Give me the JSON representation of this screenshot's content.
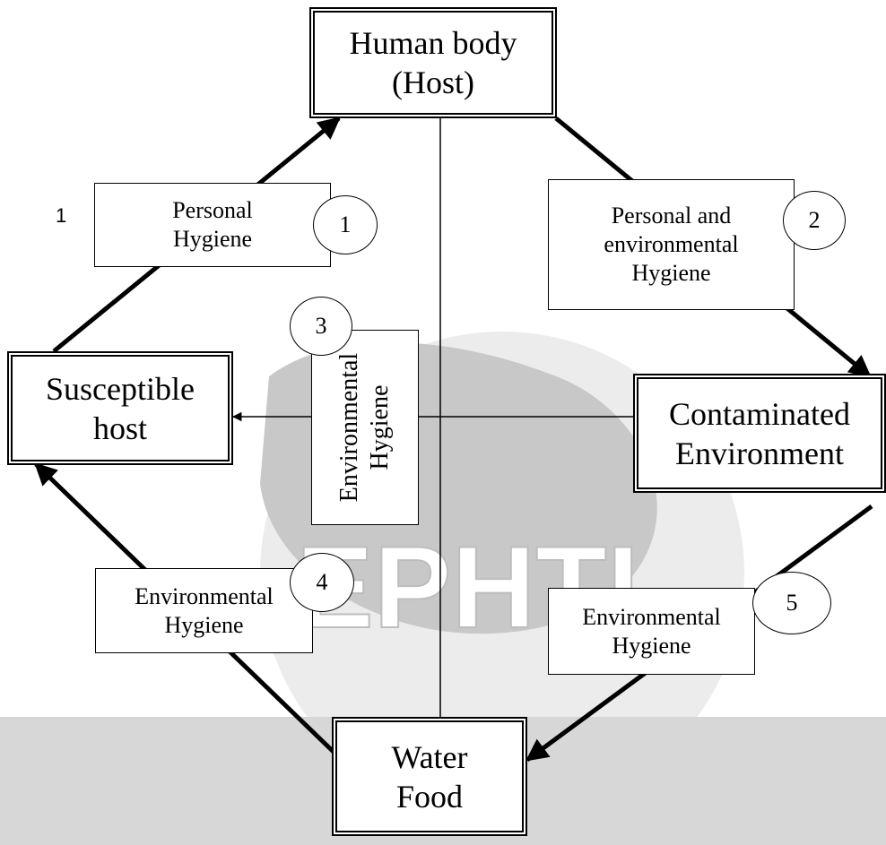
{
  "nodes": {
    "human_body": [
      "Human body",
      "(Host)"
    ],
    "susceptible_host": [
      "Susceptible",
      "host"
    ],
    "contaminated_environment": [
      "Contaminated",
      "Environment"
    ],
    "water_food": [
      "Water",
      "Food"
    ]
  },
  "labels": {
    "l1": {
      "lines": [
        "Personal",
        "Hygiene"
      ],
      "number": "1"
    },
    "l2": {
      "lines": [
        "Personal and",
        "environmental",
        "Hygiene"
      ],
      "number": "2"
    },
    "l3": {
      "lines": [
        "Environmental",
        "Hygiene"
      ],
      "number": "3"
    },
    "l4": {
      "lines": [
        "Environmental",
        "Hygiene"
      ],
      "number": "4"
    },
    "l5": {
      "lines": [
        "Environmental",
        "Hygiene"
      ],
      "number": "5"
    }
  },
  "side_number": "1",
  "watermark": {
    "text": "EPHTI"
  },
  "colors": {
    "line": "#000000",
    "watermark": "#bdbdbd"
  }
}
